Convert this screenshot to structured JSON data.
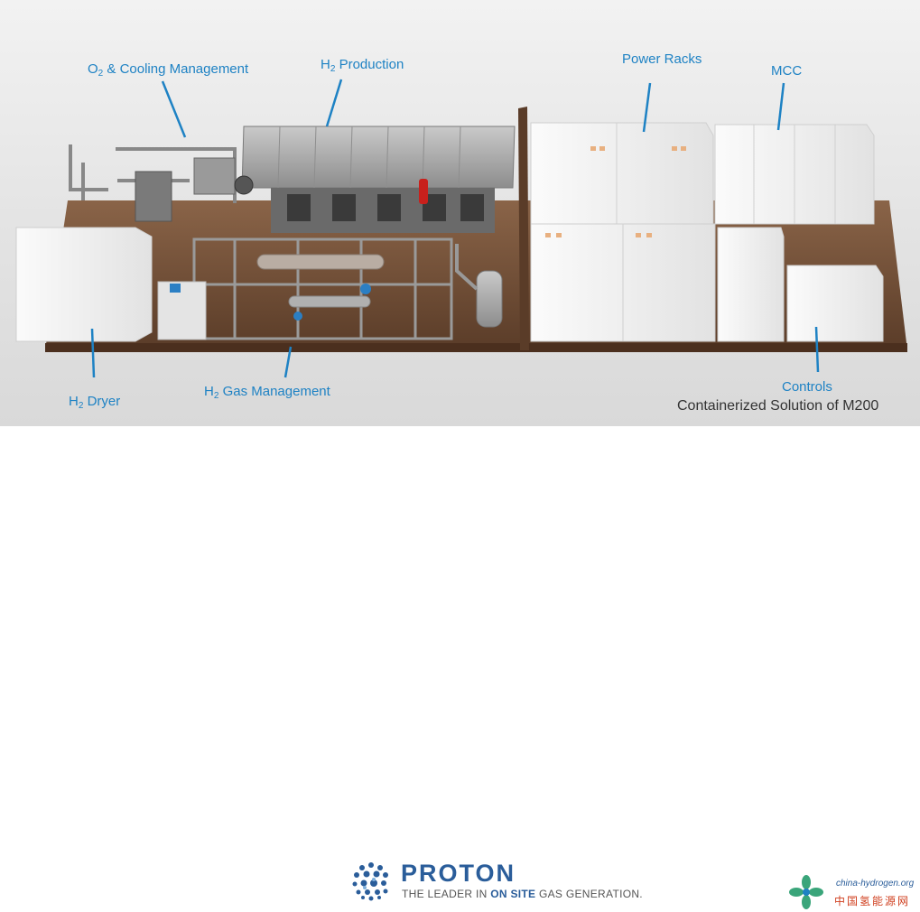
{
  "labels": {
    "o2_cooling": {
      "pre": "O",
      "sub": "2",
      "post": " & Cooling Management"
    },
    "h2_production": {
      "pre": "H",
      "sub": "2",
      "post": " Production"
    },
    "power_racks": "Power Racks",
    "mcc": "MCC",
    "h2_dryer": {
      "pre": "H",
      "sub": "2",
      "post": " Dryer"
    },
    "h2_gas": {
      "pre": "H",
      "sub": "2",
      "post": " Gas Management"
    },
    "controls": "Controls"
  },
  "caption": "Containerized Solution of M200",
  "footer": {
    "brand": "PROTON",
    "tagline_pre": "THE LEADER IN ",
    "tagline_bold": "ON SITE",
    "tagline_post": " GAS GENERATION.",
    "watermark_url": "china-hydrogen.org",
    "watermark_cn": "中国氢能源网"
  },
  "colors": {
    "label_blue": "#1e82c4",
    "brand_blue": "#2a5d9a",
    "floor_brown": "#6e4a32",
    "cabinet_white": "#f4f4f4",
    "red_accent": "#c8201c"
  },
  "icons": {
    "proton_logo": "dotted-sphere-icon",
    "watermark_logo": "green-leaf-icon"
  }
}
